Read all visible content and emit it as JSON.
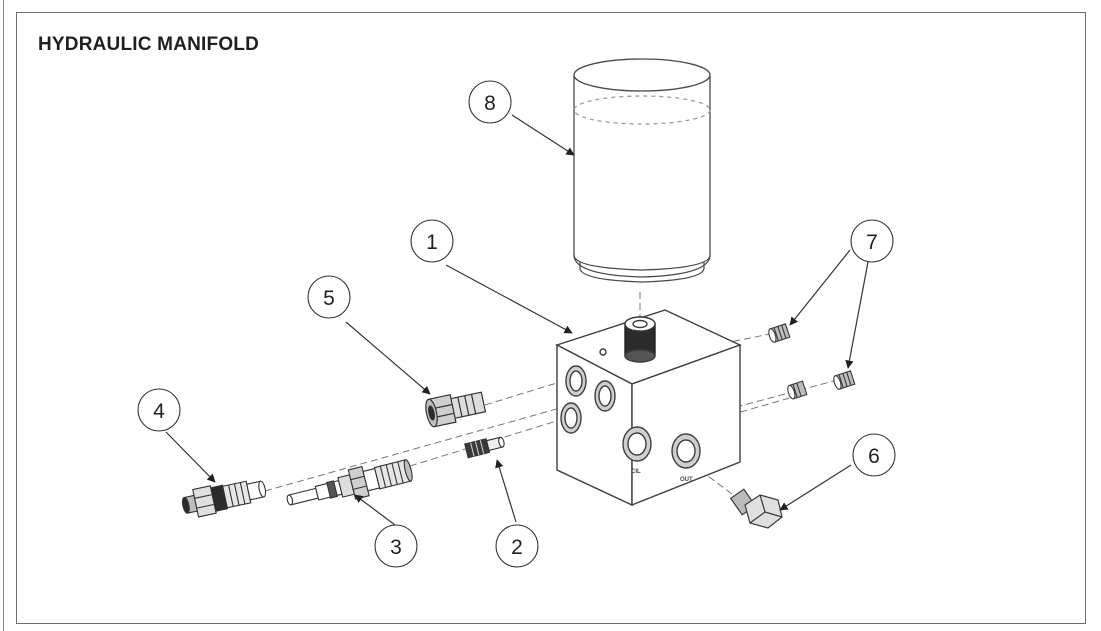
{
  "title": "HYDRAULIC MANIFOLD",
  "callouts": [
    {
      "id": "callout-1",
      "number": "1",
      "part": "manifold-block"
    },
    {
      "id": "callout-2",
      "number": "2",
      "part": "small-cartridge"
    },
    {
      "id": "callout-3",
      "number": "3",
      "part": "spool-valve"
    },
    {
      "id": "callout-4",
      "number": "4",
      "part": "adjustable-valve"
    },
    {
      "id": "callout-5",
      "number": "5",
      "part": "relief-cartridge"
    },
    {
      "id": "callout-6",
      "number": "6",
      "part": "hex-plug"
    },
    {
      "id": "callout-7",
      "number": "7",
      "part": "port-plugs"
    },
    {
      "id": "callout-8",
      "number": "8",
      "part": "filter-canister"
    }
  ],
  "port_labels": [
    "CIL",
    "OUT"
  ],
  "colors": {
    "line": "#4a4a4a",
    "leader": "#333333",
    "shade": "#e6e6e6",
    "dark": "#2b2b2b"
  }
}
